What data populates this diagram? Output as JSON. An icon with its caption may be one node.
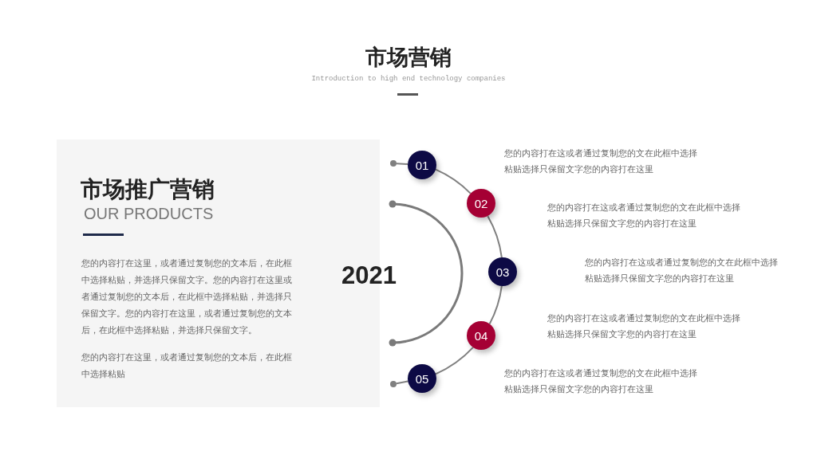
{
  "diagram": {
    "title": "市场营销",
    "caption": "Introduction to high end technology companies",
    "nodes": [
      {
        "text": [
          "市场推广营销",
          "OUR PRODUCTS",
          "您的内容打在这里，或者通过复制您的文本后，在此框中选择粘贴，并选择只保留文字。您的内容打在这里或者通过复制您的文本后，在此框中选择粘贴，并选择只保留文字。您的内容打在这里，或者通过复制您的文本后，在此框中选择粘贴，并选择只保留文字。",
          "您的内容打在这里，或者通过复制您的文本后，在此框中选择粘贴"
        ]
      },
      {
        "text": [],
        "shape": "circle"
      },
      {
        "text": [
          "01"
        ]
      },
      {
        "text": [
          "02"
        ]
      },
      {
        "text": [
          "03"
        ]
      },
      {
        "text": [
          "04"
        ]
      },
      {
        "text": [
          "05"
        ]
      },
      {
        "text": [],
        "shape": "circle"
      }
    ],
    "edges": [
      {
        "from": 1,
        "to": 2,
        "arrow": "none"
      },
      {
        "from": 2,
        "to": 3,
        "arrow": "none"
      },
      {
        "from": 3,
        "to": 4,
        "arrow": "none"
      },
      {
        "from": 4,
        "to": 5,
        "arrow": "none"
      },
      {
        "from": 5,
        "to": 6,
        "arrow": "none"
      },
      {
        "from": 6,
        "to": 7,
        "arrow": "none"
      }
    ],
    "labels": [
      "2021",
      "您的内容打在这或者通过复制您的文在此框中选择粘贴选择只保留文字您的内容打在这里",
      "您的内容打在这或者通过复制您的文在此框中选择粘贴选择只保留文字您的内容打在这里",
      "您的内容打在这或者通过复制您的文在此框中选择粘贴选择只保留文字您的内容打在这里",
      "您的内容打在这或者通过复制您的文在此框中选择粘贴选择只保留文字您的内容打在这里",
      "您的内容打在这或者通过复制您的文在此框中选择粘贴选择只保留文字您的内容打在这里"
    ]
  }
}
